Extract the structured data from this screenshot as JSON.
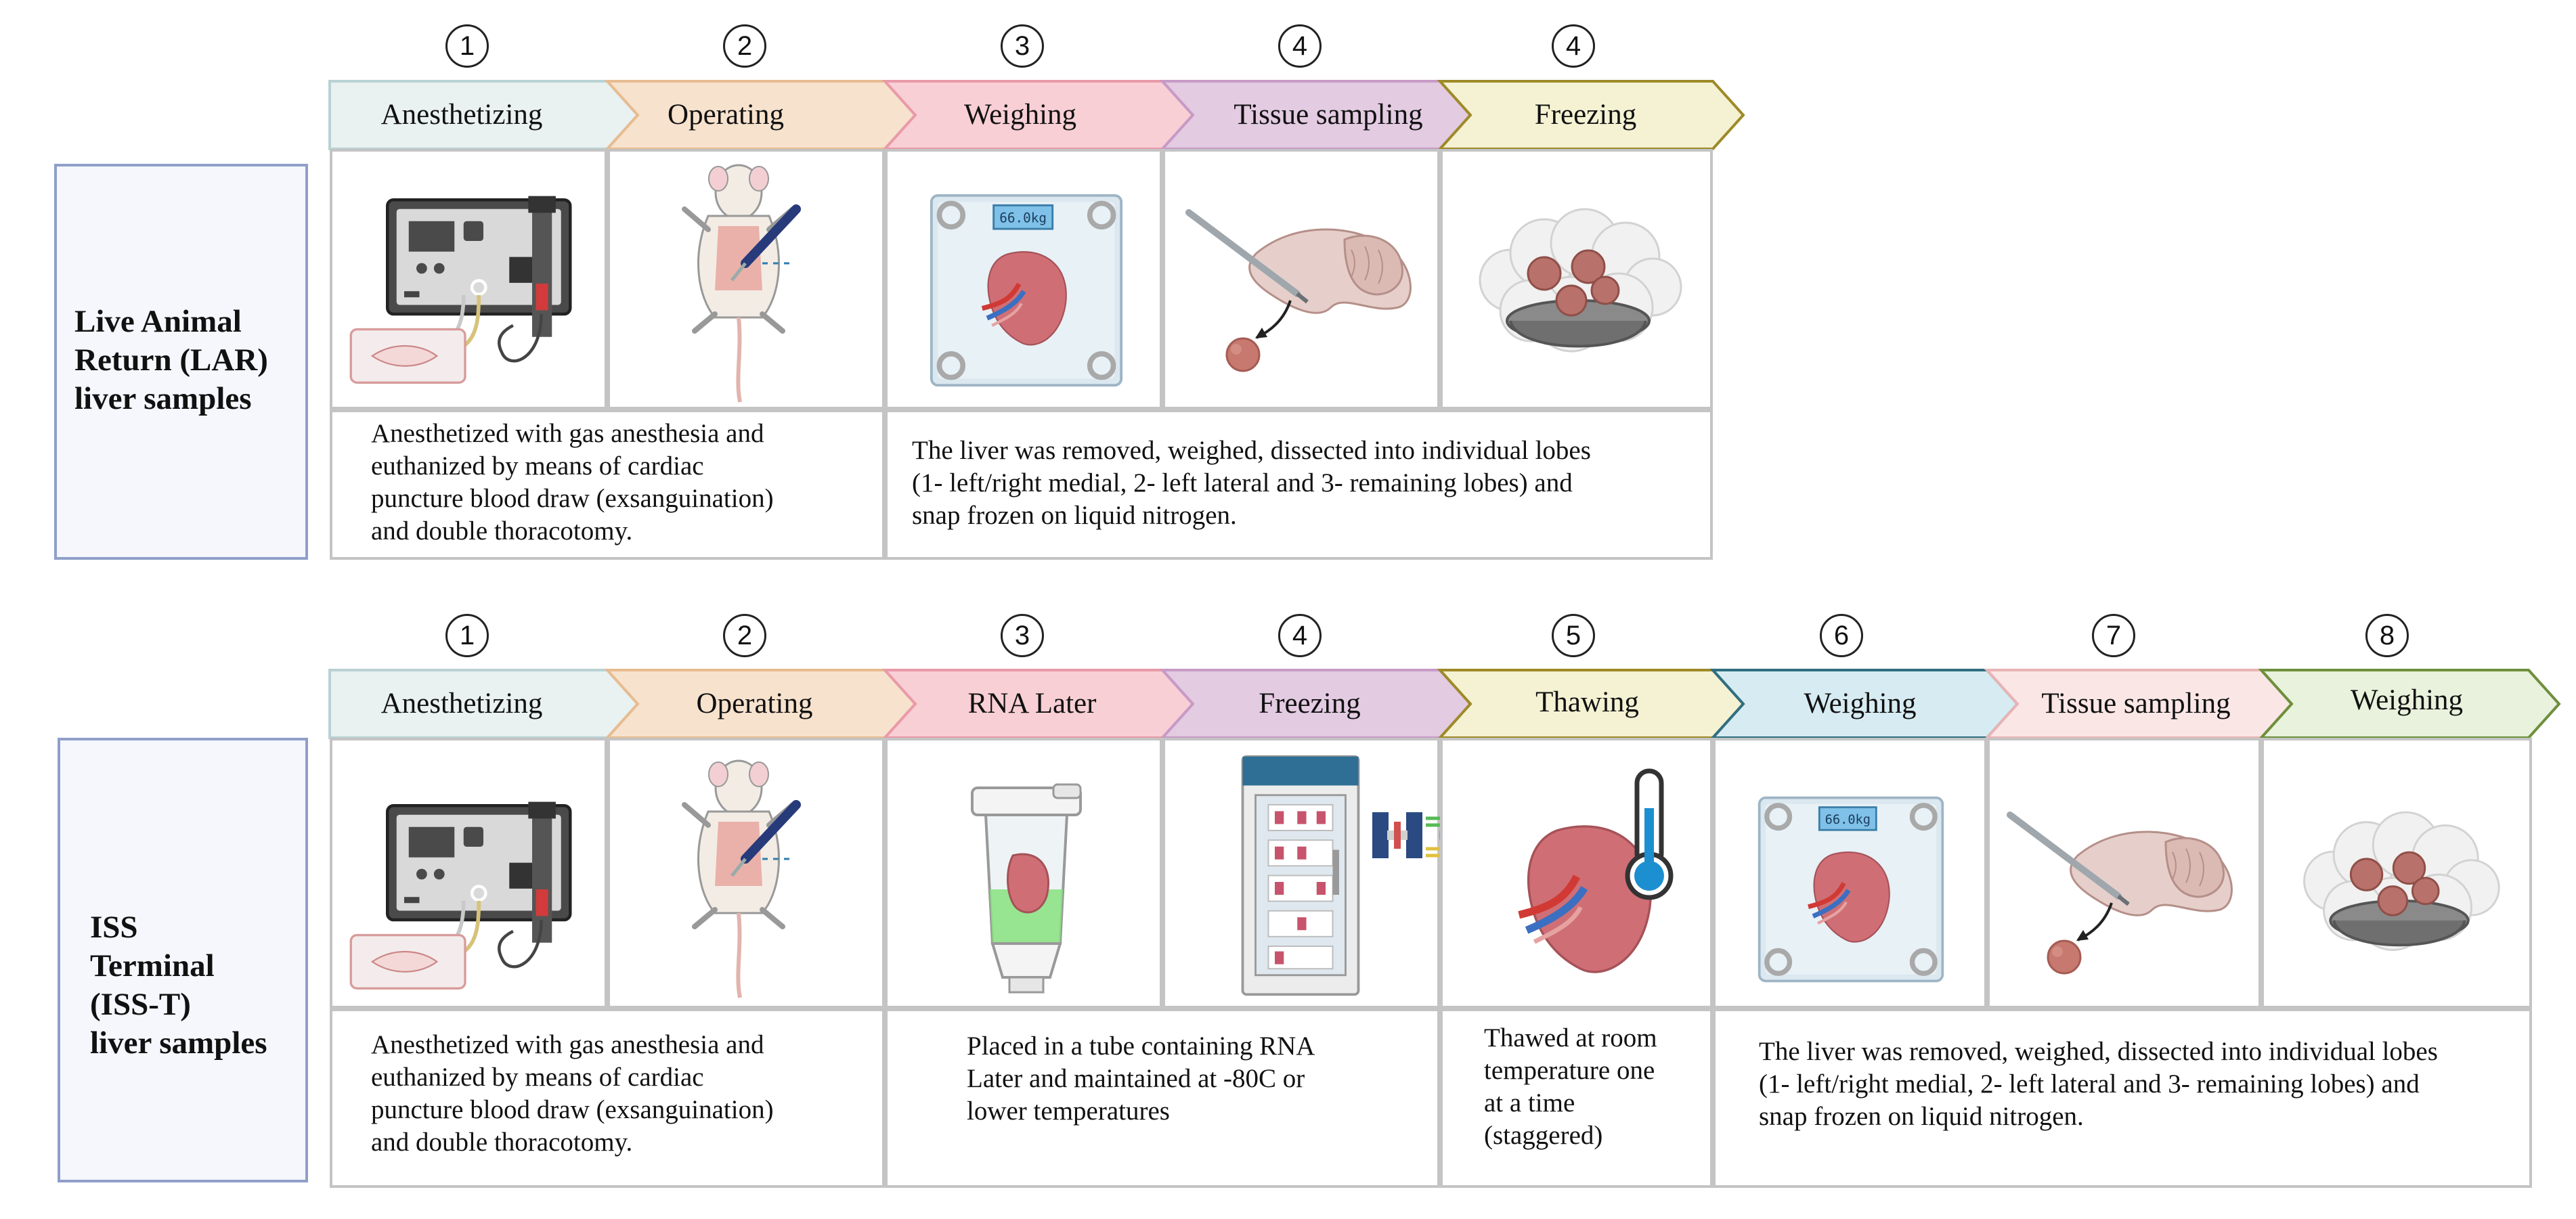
{
  "rows": [
    {
      "title": [
        "Live Animal",
        "Return (LAR)",
        "liver samples"
      ],
      "steps": [
        {
          "num": "1",
          "label": "Anesthetizing",
          "color": "#e9f1f1",
          "border": "#b9d2d4"
        },
        {
          "num": "2",
          "label": "Operating",
          "color": "#f7e2cd",
          "border": "#e6bc91"
        },
        {
          "num": "3",
          "label": "Weighing",
          "color": "#f8cfd5",
          "border": "#e99aa8"
        },
        {
          "num": "4",
          "label": "Tissue sampling",
          "color": "#e3cbe2",
          "border": "#c79ac6"
        },
        {
          "num": "4",
          "label": "Freezing",
          "color": "#f4f2d3",
          "border": "#9e8a28"
        }
      ],
      "descriptions": [
        [
          "Anesthetized with gas anesthesia and",
          "euthanized by means of cardiac",
          "puncture blood draw (exsanguination)",
          "and double thoracotomy."
        ],
        [
          "The liver was removed, weighed, dissected into individual lobes",
          "(1- left/right medial, 2- left lateral and 3- remaining lobes) and",
          "snap frozen on liquid nitrogen."
        ]
      ],
      "scale_display": "66.0kg"
    },
    {
      "title": [
        "ISS",
        "Terminal",
        "(ISS-T)",
        "liver samples"
      ],
      "steps": [
        {
          "num": "1",
          "label": "Anesthetizing",
          "color": "#e9f1f1",
          "border": "#b9d2d4"
        },
        {
          "num": "2",
          "label": "Operating",
          "color": "#f7e2cd",
          "border": "#e6bc91"
        },
        {
          "num": "3",
          "label": "RNA Later",
          "color": "#f8cfd5",
          "border": "#e99aa8"
        },
        {
          "num": "4",
          "label": "Freezing",
          "color": "#e3cbe2",
          "border": "#c79ac6"
        },
        {
          "num": "5",
          "label": "Thawing",
          "color": "#f4f2d3",
          "border": "#9e8a28"
        },
        {
          "num": "6",
          "label": "Weighing",
          "color": "#d7ecf2",
          "border": "#2f6f80"
        },
        {
          "num": "7",
          "label": "Tissue sampling",
          "color": "#fbe6e6",
          "border": "#e8b4b4"
        },
        {
          "num": "8",
          "label": "Weighing",
          "color": "#e8f2dc",
          "border": "#6e8f3c"
        }
      ],
      "descriptions": [
        [
          "Anesthetized with gas anesthesia and",
          "euthanized by means of cardiac",
          "puncture blood draw (exsanguination)",
          "and double thoracotomy."
        ],
        [
          "Placed in a tube containing RNA",
          "Later and maintained at -80C or",
          "lower temperatures"
        ],
        [
          "Thawed at room",
          "temperature one",
          "at a time",
          "(staggered)"
        ],
        [
          "The liver was removed, weighed, dissected into individual lobes",
          "(1- left/right medial, 2- left lateral and 3- remaining lobes) and",
          "snap frozen on liquid nitrogen."
        ]
      ],
      "scale_display": "66.0kg"
    }
  ]
}
